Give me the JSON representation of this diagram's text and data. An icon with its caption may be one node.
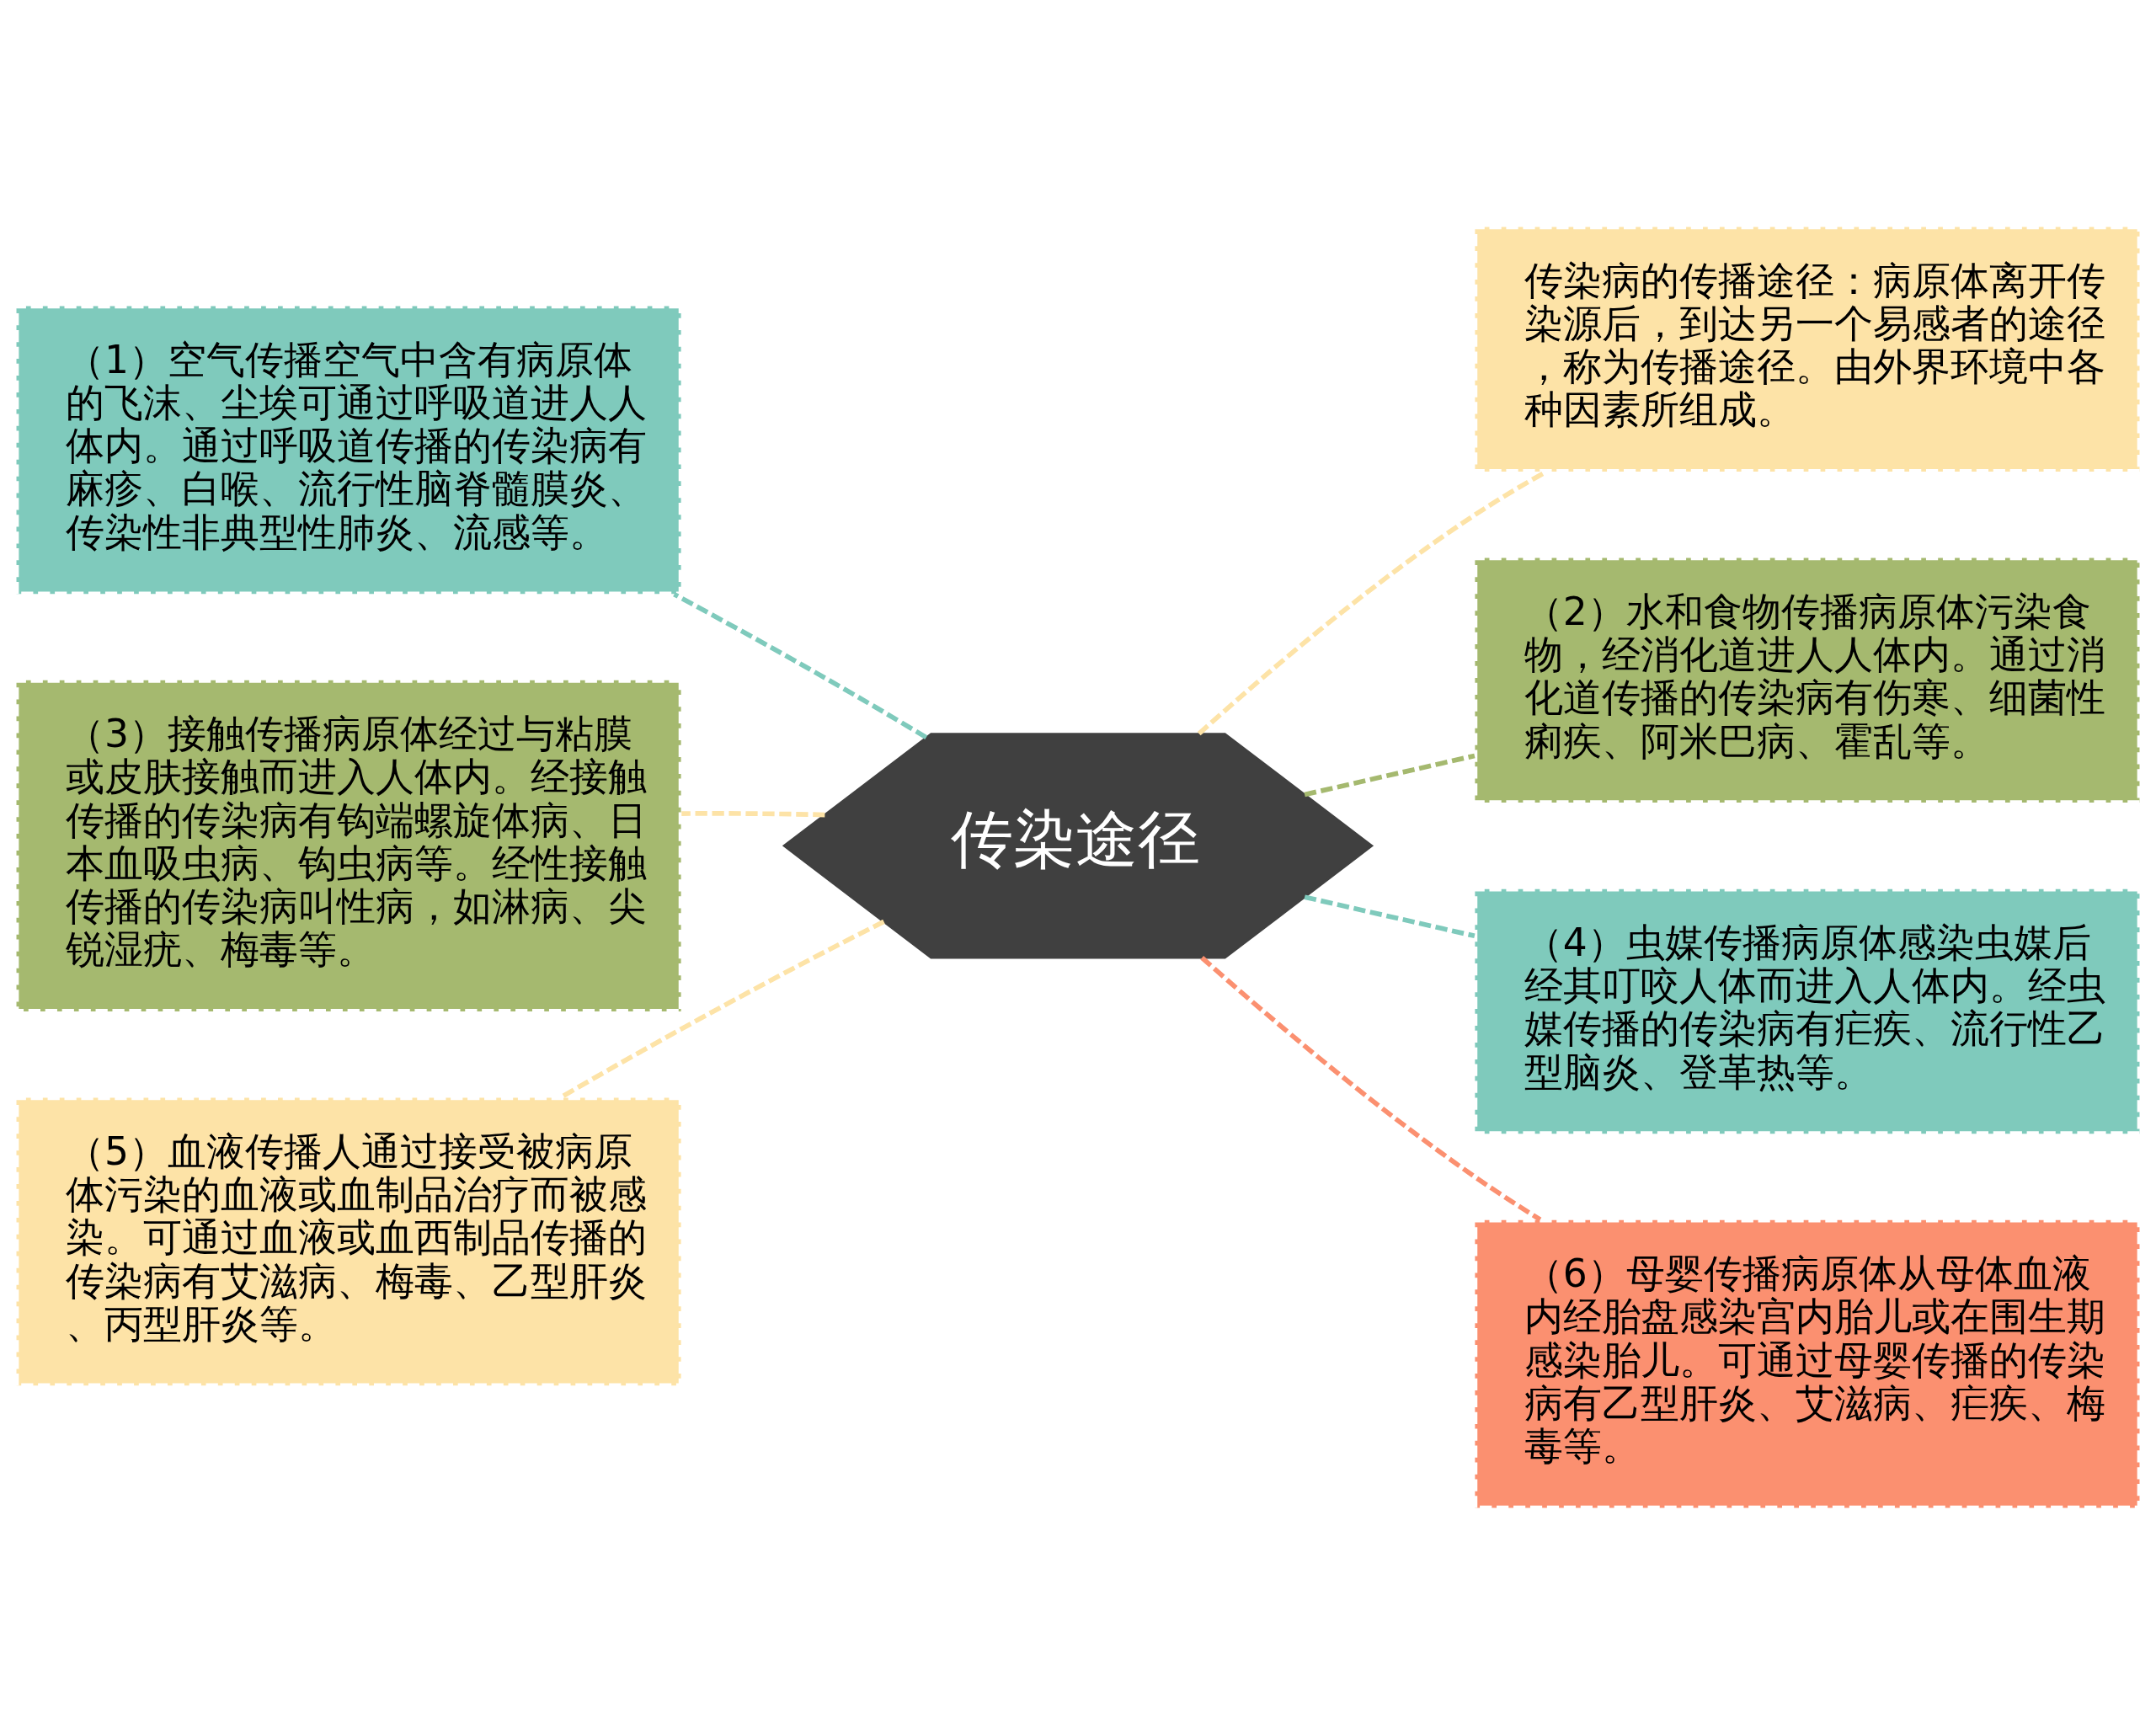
{
  "diagram": {
    "nodes": [
      {
        "text": [
          "传染途径"
        ]
      },
      {
        "text": [
          "传染病的传播途径：病原体离开传染源后，到达另一个易感者的途径，称为传播途径。由外界环境中各种因素所组成。"
        ]
      },
      {
        "text": [
          "（1）空气传播空气中含有病原体的飞沫、尘埃可通过呼吸道进人人体内。通过呼吸道传播的传染病有麻疹、白喉、流行性脑脊髓膜炎、传染性非典型性肺炎、流感等。"
        ]
      },
      {
        "text": [
          "（2）水和食物传播病原体污染食物，经消化道进人人体内。通过消化道传播的传染病有伤寒、细菌性痢疾、阿米巴病、霍乱等。"
        ]
      },
      {
        "text": [
          "（3）接触传播病原体经过与粘膜或皮肤接触而进入人体内。经接触传播的传染病有钩端螺旋体病、日本血吸虫病、钩虫病等。经性接触传播的传染病叫性病，如淋病、尖锐湿疣、梅毒等。"
        ]
      },
      {
        "text": [
          "（4）虫媒传播病原体感染虫媒后经其叮咬人体而进入人体内。经虫媒传播的传染病有疟疾、流行性乙型脑炎、登革热等。"
        ]
      },
      {
        "text": [
          "（5）血液传播人通过接受被病原体污染的血液或血制品治疗而被感染。可通过血液或血西制品传播的传染病有艾滋病、梅毒、乙型肝炎、丙型肝炎等。"
        ]
      },
      {
        "text": [
          "（6）母婴传播病原体从母体血液内经胎盘感染宫内胎儿或在围生期感染胎儿。可通过母婴传播的传染病有乙型肝炎、艾滋病、疟疾、梅毒等。"
        ]
      }
    ],
    "edges": [
      {
        "from": 0,
        "to": 1,
        "arrow": "none",
        "style": "dashed",
        "color": "#fde3a7"
      },
      {
        "from": 0,
        "to": 2,
        "arrow": "none",
        "style": "dashed",
        "color": "#7fcabc"
      },
      {
        "from": 0,
        "to": 3,
        "arrow": "none",
        "style": "dashed",
        "color": "#a5b96f"
      },
      {
        "from": 0,
        "to": 4,
        "arrow": "none",
        "style": "dashed",
        "color": "#fde3a7"
      },
      {
        "from": 0,
        "to": 5,
        "arrow": "none",
        "style": "dashed",
        "color": "#7fcabc"
      },
      {
        "from": 0,
        "to": 6,
        "arrow": "none",
        "style": "dashed",
        "color": "#fde3a7"
      },
      {
        "from": 0,
        "to": 7,
        "arrow": "none",
        "style": "dashed",
        "color": "#fb9070"
      }
    ]
  }
}
